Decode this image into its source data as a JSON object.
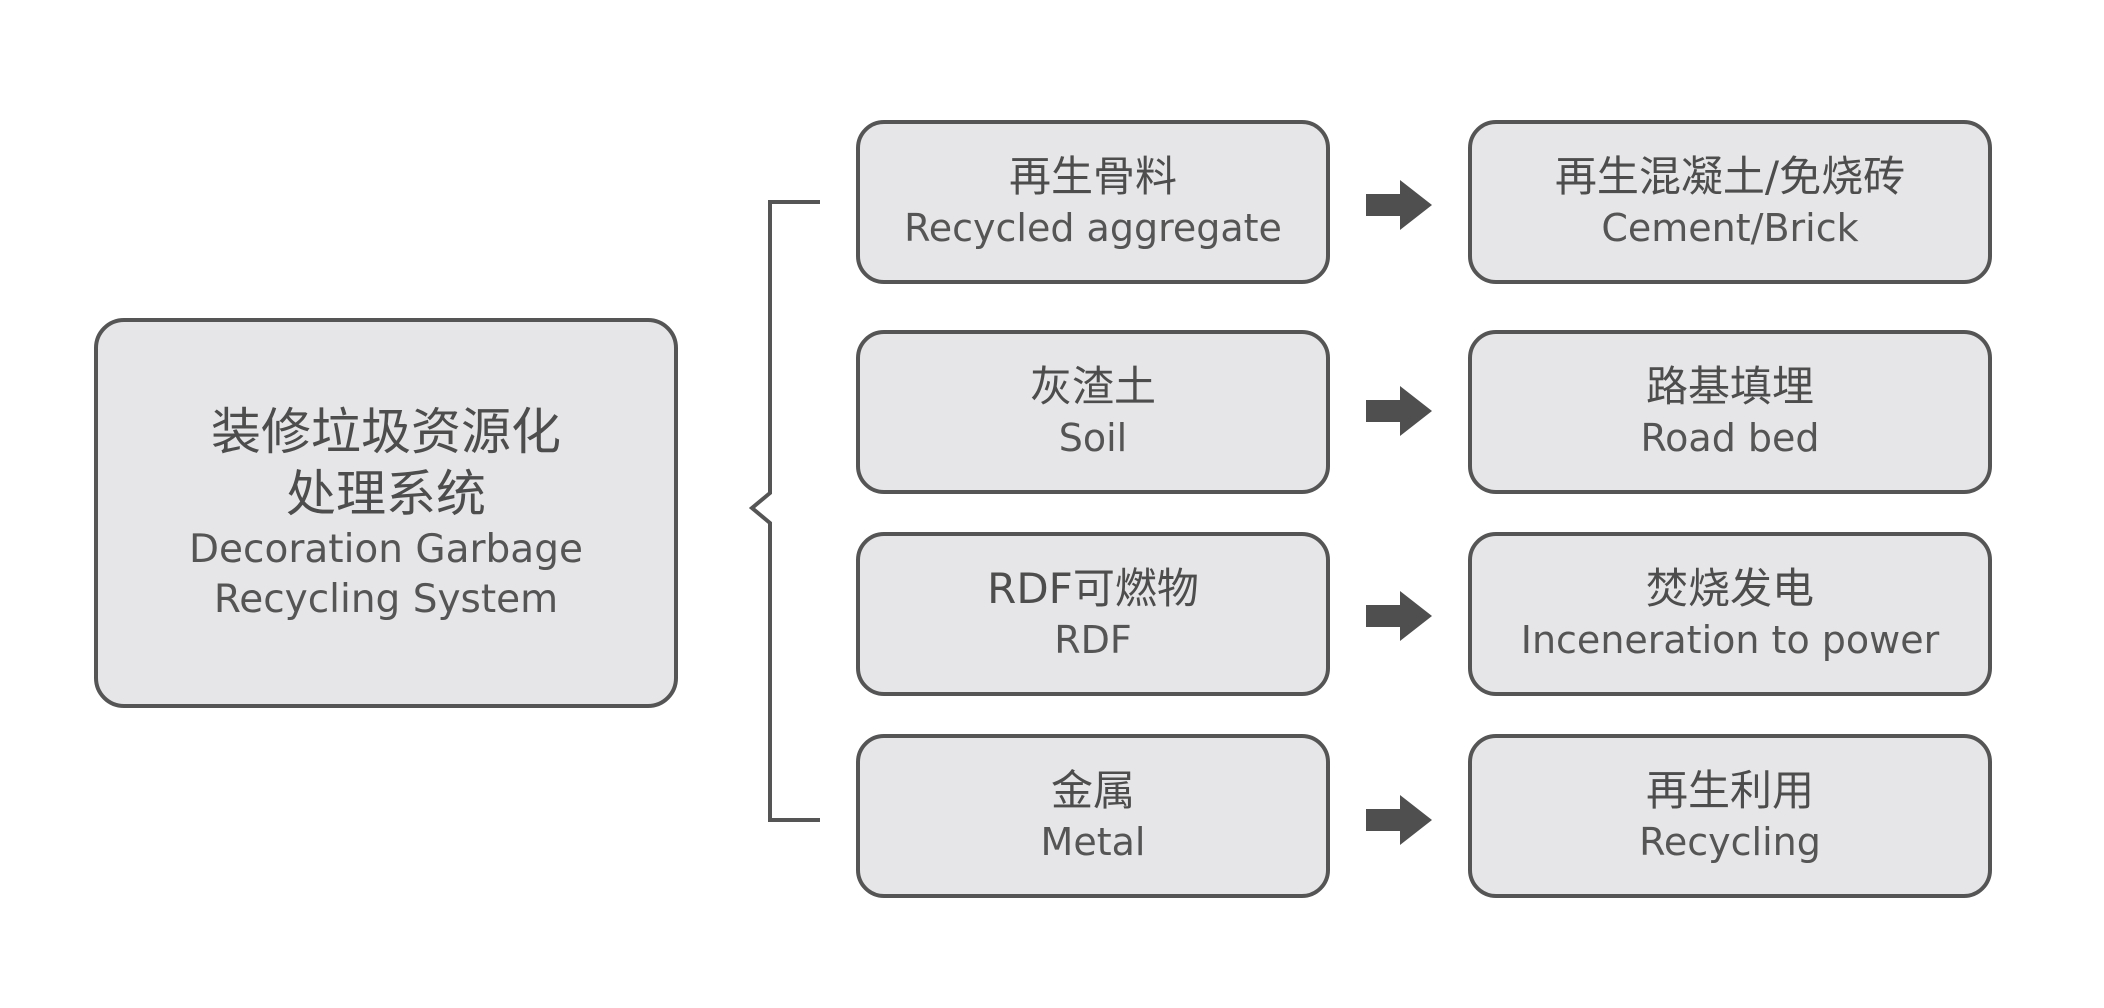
{
  "main": {
    "zh_line1": "装修垃圾资源化",
    "zh_line2": "处理系统",
    "en_line1": "Decoration Garbage",
    "en_line2": "Recycling System"
  },
  "rows": [
    {
      "source": {
        "zh": "再生骨料",
        "en": "Recycled aggregate"
      },
      "target": {
        "zh": "再生混凝土/免烧砖",
        "en": "Cement/Brick"
      }
    },
    {
      "source": {
        "zh": "灰渣土",
        "en": "Soil"
      },
      "target": {
        "zh": "路基填埋",
        "en": "Road bed"
      }
    },
    {
      "source": {
        "zh": "RDF可燃物",
        "en": "RDF"
      },
      "target": {
        "zh": "焚烧发电",
        "en": "Inceneration to power"
      }
    },
    {
      "source": {
        "zh": "金属",
        "en": "Metal"
      },
      "target": {
        "zh": "再生利用",
        "en": "Recycling"
      }
    }
  ],
  "colors": {
    "box_fill": "#e6e6e8",
    "box_border": "#555555",
    "arrow": "#4f4f4f",
    "text": "#4d4d4d"
  }
}
